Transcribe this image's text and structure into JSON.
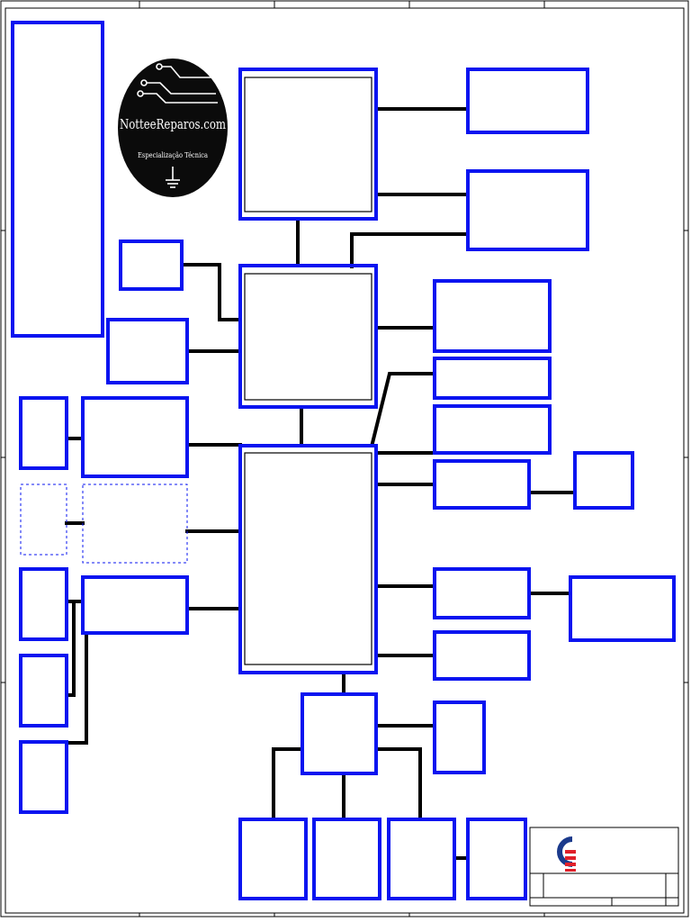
{
  "logo": {
    "name": "NotteeReparos.com",
    "tagline": "Especialização Técnica"
  },
  "colors": {
    "block_border": "#0a14f0",
    "wire": "#000000",
    "frame": "#000000",
    "background": "#ffffff",
    "logo_badge": "#0b0b0b",
    "brand_red": "#e0202a",
    "brand_blue": "#1b3a8c"
  },
  "title_block": {
    "company_logo": "company-emblem"
  }
}
